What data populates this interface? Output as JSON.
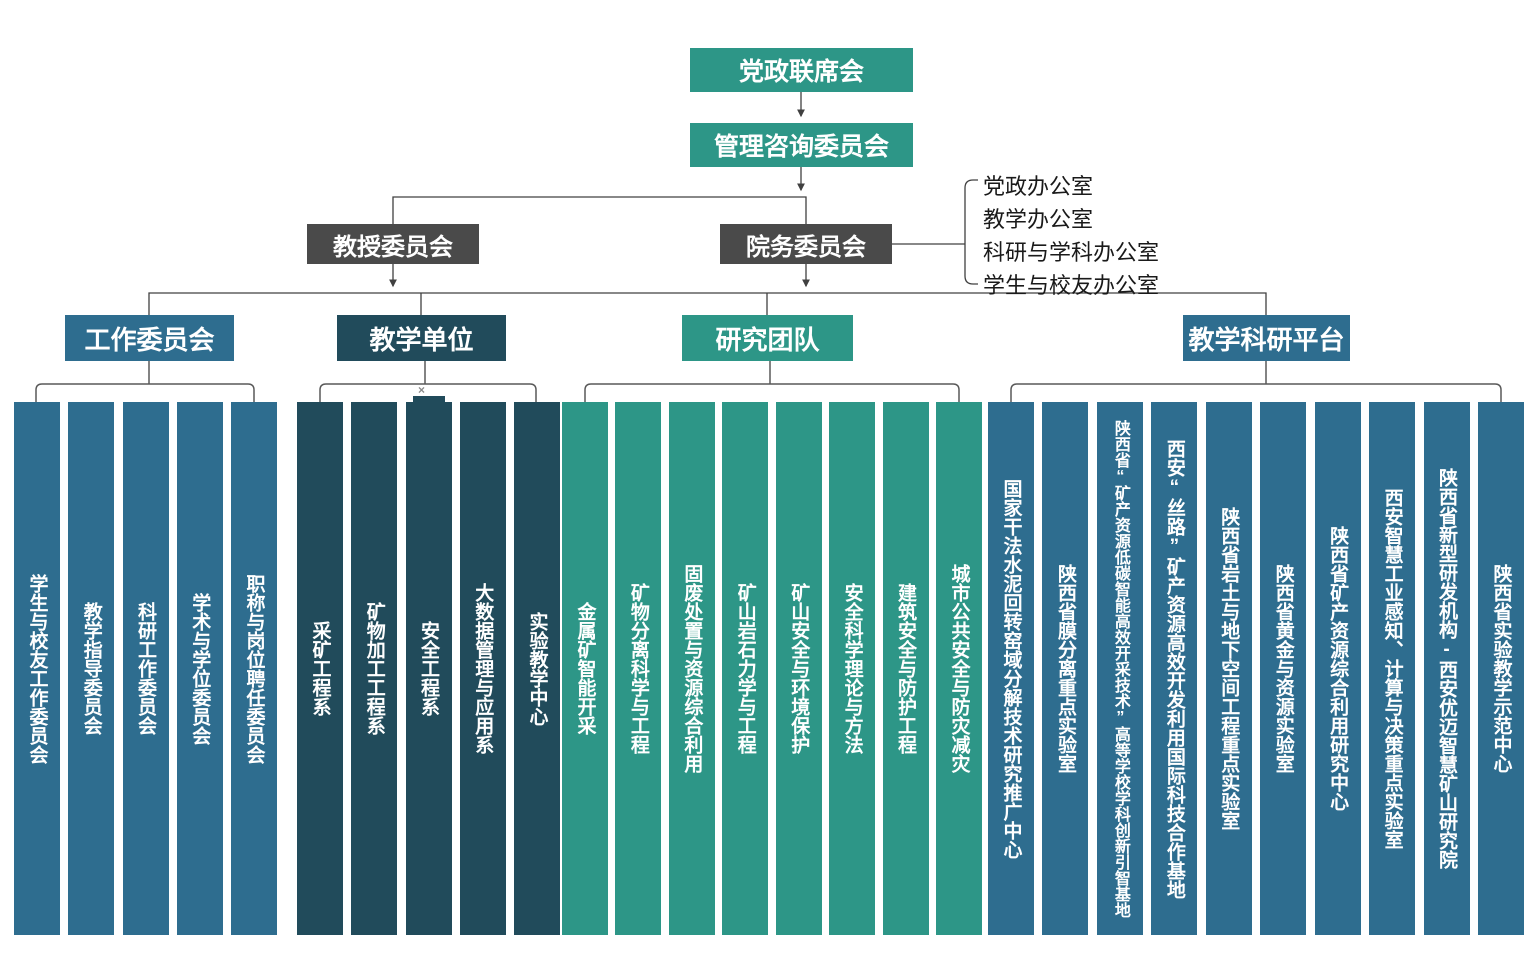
{
  "palette": {
    "teal": "#2D9687",
    "steel_blue": "#2E6D8F",
    "dark_teal": "#214B5B",
    "gray_box": "#4A4A4A",
    "line": "#404040",
    "bracket": "#595959"
  },
  "nodes": {
    "party_joint": "党政联席会",
    "mgmt_advisory": "管理咨询委员会",
    "professor_committee": "教授委员会",
    "college_council": "院务委员会"
  },
  "offices": [
    "党政办公室",
    "教学办公室",
    "科研与学科办公室",
    "学生与校友办公室"
  ],
  "groups": [
    {
      "label": "工作委员会",
      "color": "#2E6D8F",
      "items": [
        "学生与校友工作委员会",
        "教学指导委员会",
        "科研工作委员会",
        "学术与学位委员会",
        "职称与岗位聘任委员会"
      ]
    },
    {
      "label": "教学单位",
      "color": "#214B5B",
      "notch_item_index": 2,
      "items": [
        "采矿工程系",
        "矿物加工工程系",
        "安全工程系",
        "大数据管理与应用系",
        "实验教学中心"
      ]
    },
    {
      "label": "研究团队",
      "color": "#2D9687",
      "items": [
        "金属矿智能开采",
        "矿物分离科学与工程",
        "固废处置与资源综合利用",
        "矿山岩石力学与工程",
        "矿山安全与环境保护",
        "安全科学理论与方法",
        "建筑安全与防护工程",
        "城市公共安全与防灾减灾"
      ]
    },
    {
      "label": "教学科研平台",
      "color": "#2E6D8F",
      "items": [
        "国家干法水泥回转窑域分解技术研究推广中心",
        "陕西省膜分离重点实验室",
        "陕西省“矿产资源低碳智能高效开采技术”高等学校学科创新引智基地",
        "西安“丝路”矿产资源高效开发利用国际科技合作基地",
        "陕西省岩土与地下空间工程重点实验室",
        "陕西省黄金与资源实验室",
        "陕西省矿产资源综合利用研究中心",
        "西安智慧工业感知、计算与决策重点实验室",
        "陕西省新型研发机构-西安优迈智慧矿山研究院",
        "陕西省实验教学示范中心"
      ]
    }
  ],
  "artifact": {
    "broken_image_mark": "×"
  }
}
